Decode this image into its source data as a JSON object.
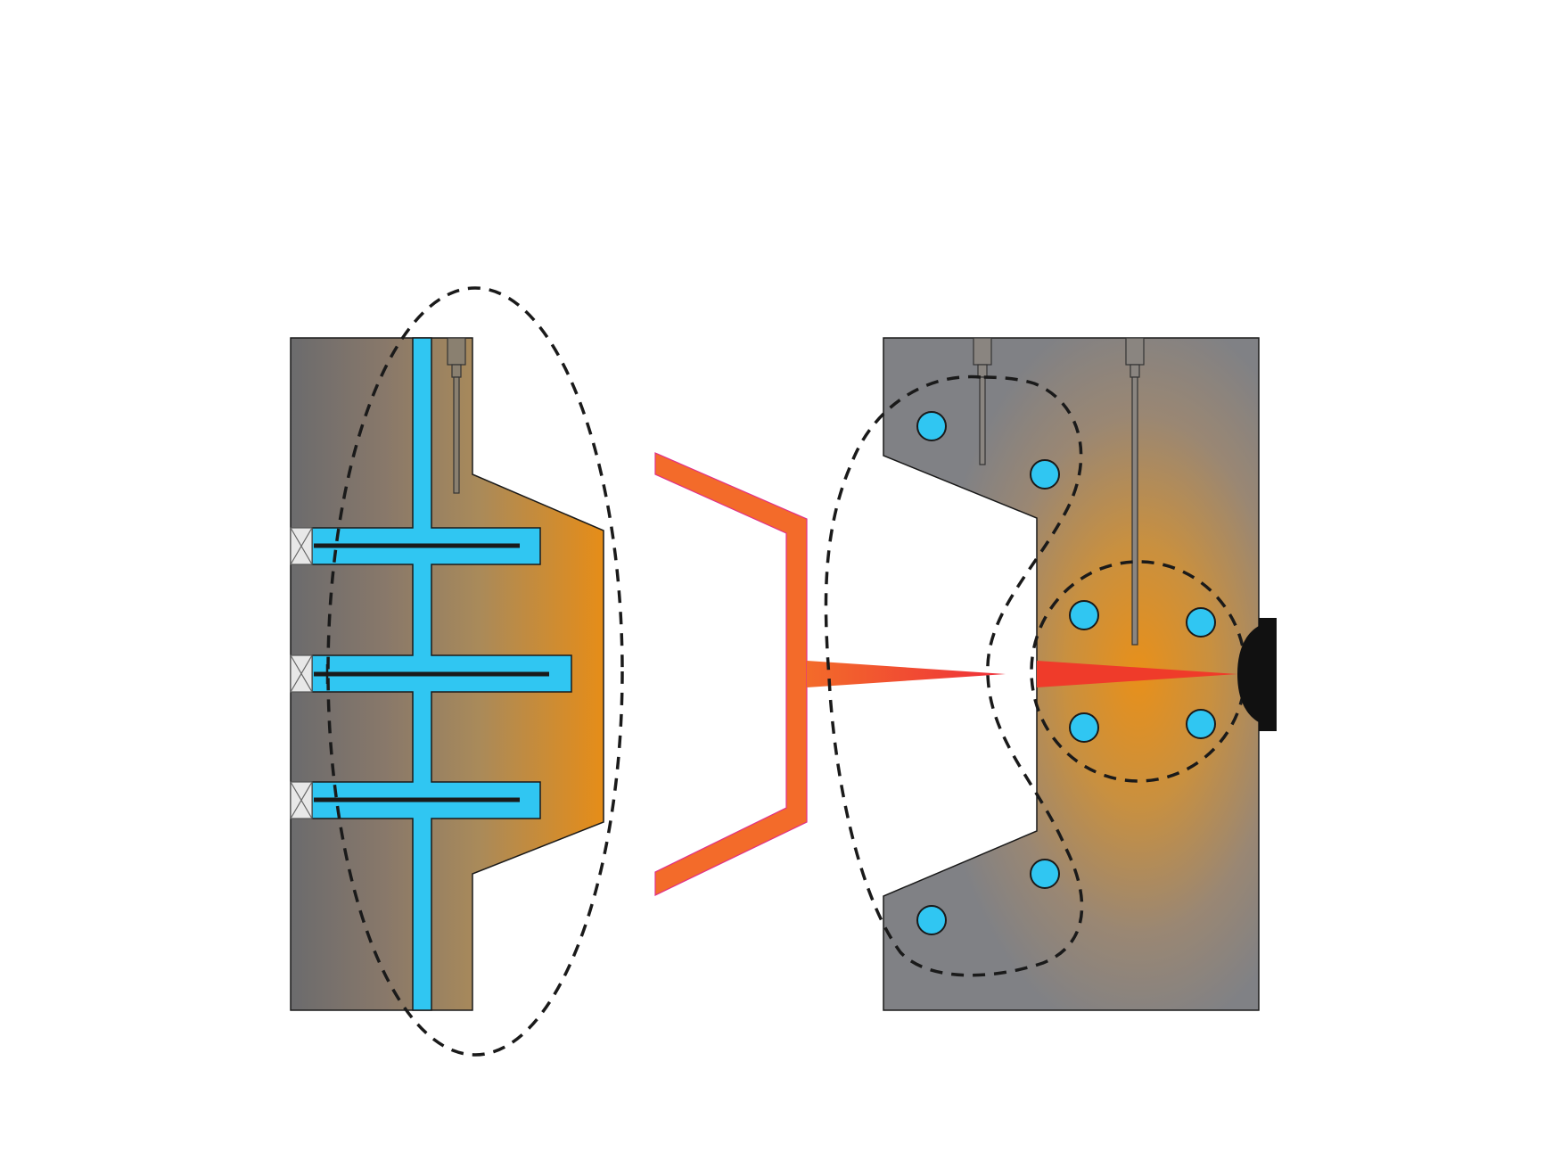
{
  "diagram": {
    "description_text": "",
    "colors": {
      "mold_steel": "#6e6e6e",
      "mold_steel_right": "#7f8185",
      "hot_zone": "#e08a1a",
      "cooling_channel": "#30c6f2",
      "part": "#f36b2a",
      "gate_hot": "#ef3b2a",
      "outline": "#1a1a1a",
      "heater_block": "#111111"
    },
    "parts": {
      "core_half": "core-mold-half",
      "cavity_half": "cavity-mold-half",
      "molded_part": "molded-part",
      "sprue": "sprue-gate",
      "nozzle": "injection-nozzle"
    }
  }
}
